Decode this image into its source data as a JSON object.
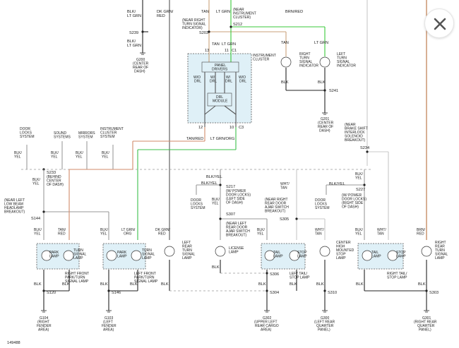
{
  "diagram_id": "149488",
  "overlay": {
    "close_icon": "close-icon"
  },
  "top_labels": {
    "blk_ltgrn_1": [
      "BLK/",
      "LT GRN"
    ],
    "dkgrn_red": [
      "DK GRN/",
      "RED"
    ],
    "tan_top": "TAN",
    "ltgrn_top": "LT GRN",
    "brn_red_top": "BRN/RED",
    "near_rt_turn": [
      "(NEAR RIGHT",
      "TURN SIGNAL",
      "INDICATOR)"
    ],
    "near_cluster": [
      "(NEAR",
      "INSTRUMENT",
      "CLUSTER)"
    ],
    "blk_ltgrn_2": [
      "BLK/",
      "LT GRN"
    ],
    "g200": [
      "G200",
      "(CENTER",
      "REAR OF",
      "DASH)"
    ]
  },
  "splices": {
    "s239": "S239",
    "s203": "S203",
    "s212": "S212",
    "s241": "S241",
    "s233": "S233",
    "s217": "S217",
    "s307": "S307",
    "s305": "S305",
    "s306": "S306",
    "s227": "S227",
    "s234": "S234",
    "s144": "S144",
    "s120": "S120",
    "s146": "S146",
    "s304": "S304",
    "s310": "S310",
    "s303": "S303"
  },
  "cluster": {
    "label": [
      "INSTRUMENT",
      "CLUSTER"
    ],
    "c1": "C1",
    "pin13": "13",
    "pin11": "11",
    "pin12": "12",
    "pin10": "10",
    "panel": [
      "PANEL",
      "DRIVERS"
    ],
    "drl": [
      "DRL",
      "MODULE"
    ],
    "wo1": [
      "W/O",
      "DRL"
    ],
    "w1": [
      "W/",
      "DRL"
    ],
    "w2": [
      "W/",
      "DRL"
    ],
    "wo2": [
      "W/O",
      "DRL"
    ],
    "tan_in": "TAN",
    "ltgrn_in": "LT GRN",
    "out_tanred": "TAN/RED",
    "out_ltgrnorg": "LT GRN/ORG"
  },
  "indicators": {
    "right": [
      "RIGHT",
      "TURN",
      "SIGNAL",
      "INDICATOR"
    ],
    "left": [
      "LEFT",
      "TURN",
      "SIGNAL",
      "INDICATOR"
    ],
    "tan": "TAN",
    "ltgrn": "LT GRN",
    "blk1": "BLK",
    "blk2": "BLK",
    "g201": [
      "G201",
      "(CENTER",
      "REAR OF",
      "DASH)"
    ]
  },
  "systems": {
    "door_locks": [
      "DOOR",
      "LOCKS",
      "SYSTEM"
    ],
    "sound": [
      "SOUND",
      "SYSTEMS"
    ],
    "mirrors": [
      "MIRRORS",
      "SYSTEM"
    ],
    "cluster_sys": [
      "INSTRUMENT",
      "CLUSTER",
      "SYSTEM"
    ],
    "blkyel": [
      "BLK/",
      "YEL"
    ]
  },
  "s233_note": [
    "(BEHIND",
    "CENTER",
    "OF DASH)"
  ],
  "brake_shift": [
    "(NEAR",
    "BRAKE SHIFT",
    "INTERLOCK",
    "SOLENOID",
    "BREAKOUT)"
  ],
  "middle": {
    "blk_yel_a": "BLK/YEL",
    "blk_yel_b": "BLK/YEL",
    "s217_note": [
      "(W/ POWER",
      "DOOR LOCKS)",
      "(LEFT SIDE",
      "OF DASH)"
    ],
    "door_locks2": [
      "DOOR",
      "LOCKS",
      "SYSTEM"
    ],
    "s307_note": [
      "(NEAR LEFT",
      "REAR DOOR",
      "AJAR SWITCH",
      "BREAKOUT)"
    ],
    "near_right_door": [
      "(NEAR RIGHT",
      "REAR DOOR",
      "AJAR SWITCH",
      "BREAKOUT)"
    ],
    "wht_tan": [
      "WHT/",
      "TAN"
    ],
    "s227_note": [
      "(W/ POWER",
      "DOOR LOCKS)",
      "(RIGHT SIDE",
      "OF DASH)"
    ],
    "door_locks3": [
      "DOOR",
      "LOCKS",
      "SYSTEM"
    ],
    "blk_yel_c": [
      "BLK/",
      "YEL"
    ]
  },
  "near_left_lowbeam": [
    "(NEAR LEFT",
    "LOW BEAM",
    "HEADLAMP",
    "BREAKOUT)"
  ],
  "lamps": {
    "park": [
      "PARK",
      "LAMP"
    ],
    "turn": [
      "TURN",
      "SIGNAL",
      "LAMP"
    ],
    "tail": [
      "TAIL",
      "LAMP"
    ],
    "stop": [
      "STOP",
      "LAMP"
    ],
    "rf_group": [
      "RIGHT FRONT",
      "PARK/TURN",
      "SIGNAL LAMP"
    ],
    "lf_group": [
      "LEFT FRONT",
      "PARK/TURN",
      "SIGNAL LAMP"
    ],
    "lr_turn": [
      "LEFT",
      "REAR",
      "TURN",
      "SIGNAL",
      "LAMP"
    ],
    "license": [
      "LICENSE",
      "LAMP"
    ],
    "lt_tail_group": [
      "LEFT TAIL/",
      "STOP LAMP"
    ],
    "chmsl": [
      "CENTER",
      "HIGH",
      "MOUNTED",
      "STOP",
      "LAMP"
    ],
    "rt_tail_group": [
      "RIGHT TAIL/",
      "STOP LAMP"
    ],
    "rr_turn": [
      "RIGHT",
      "REAR",
      "TURN",
      "SIGNAL",
      "LAMP"
    ]
  },
  "lamp_wires": {
    "blk_yel": [
      "BLK/",
      "YEL"
    ],
    "tan_red": [
      "TAN/",
      "RED"
    ],
    "lt_grn_org": [
      "LT GRN/",
      "ORG"
    ],
    "dk_grn_red": [
      "DK GRN/",
      "RED"
    ],
    "wht_tan": [
      "WHT/",
      "TAN"
    ],
    "brn_red": [
      "BRN/",
      "RED"
    ],
    "blk": "BLK"
  },
  "grounds": {
    "g104": [
      "G104",
      "(RIGHT",
      "FENDER",
      "AREA)"
    ],
    "g103": [
      "G103",
      "(LEFT",
      "FENDER",
      "AREA)"
    ],
    "g302": [
      "G302",
      "(UPPER LEFT",
      "REAR CARGO",
      "AREA)"
    ],
    "g300": [
      "G300",
      "(LEFT REAR",
      "QUARTER",
      "PANEL)"
    ],
    "g301": [
      "G301",
      "(RIGHT REAR",
      "QUARTER",
      "PANEL)"
    ]
  }
}
